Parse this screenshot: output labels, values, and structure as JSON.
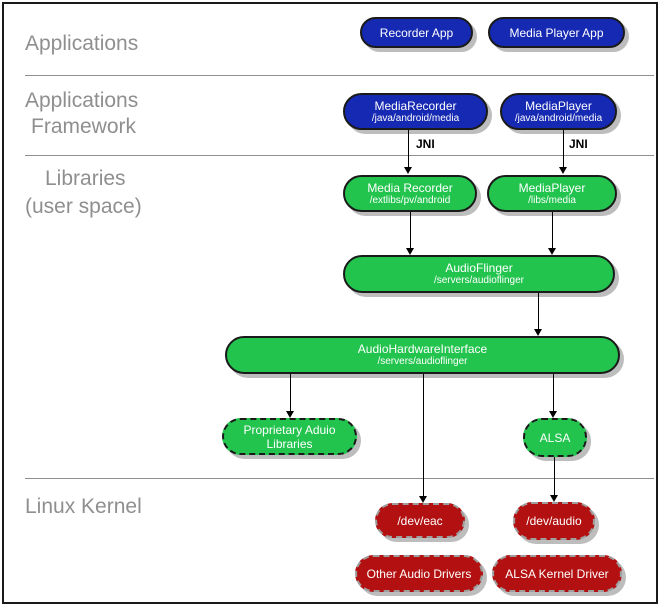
{
  "sections": {
    "applications": {
      "label": "Applications"
    },
    "framework": {
      "label_line1": "Applications",
      "label_line2": "Framework"
    },
    "libraries": {
      "label_line1": "Libraries",
      "label_line2": "(user space)"
    },
    "kernel": {
      "label": "Linux Kernel"
    }
  },
  "nodes": {
    "recorder_app": {
      "label": "Recorder App"
    },
    "media_player_app": {
      "label": "Media Player App"
    },
    "fw_mediarecorder": {
      "label": "MediaRecorder",
      "sub": "/java/android/media"
    },
    "fw_mediaplayer": {
      "label": "MediaPlayer",
      "sub": "/java/android/media"
    },
    "lib_media_recorder": {
      "label": "Media Recorder",
      "sub": "/extlibs/pv/android"
    },
    "lib_mediaplayer": {
      "label": "MediaPlayer",
      "sub": "/libs/media"
    },
    "audioflinger": {
      "label": "AudioFlinger",
      "sub": "/servers/audioflinger"
    },
    "audio_hardware_interface": {
      "label": "AudioHardwareInterface",
      "sub": "/servers/audioflinger"
    },
    "proprietary_audio_libraries": {
      "label": "Proprietary Aduio",
      "label2": "Libraries"
    },
    "alsa": {
      "label": "ALSA"
    },
    "dev_eac": {
      "label": "/dev/eac"
    },
    "dev_audio": {
      "label": "/dev/audio"
    },
    "other_audio_drivers": {
      "label": "Other Audio Drivers"
    },
    "alsa_kernel_driver": {
      "label": "ALSA Kernel Driver"
    }
  },
  "edges": {
    "jni_label": "JNI"
  },
  "colors": {
    "app_blue": "#1629b2",
    "lib_green": "#22c44e",
    "kernel_red": "#b31111",
    "section_label_gray": "#8f8f8f",
    "shadow_gray": "#bdbdbd"
  }
}
